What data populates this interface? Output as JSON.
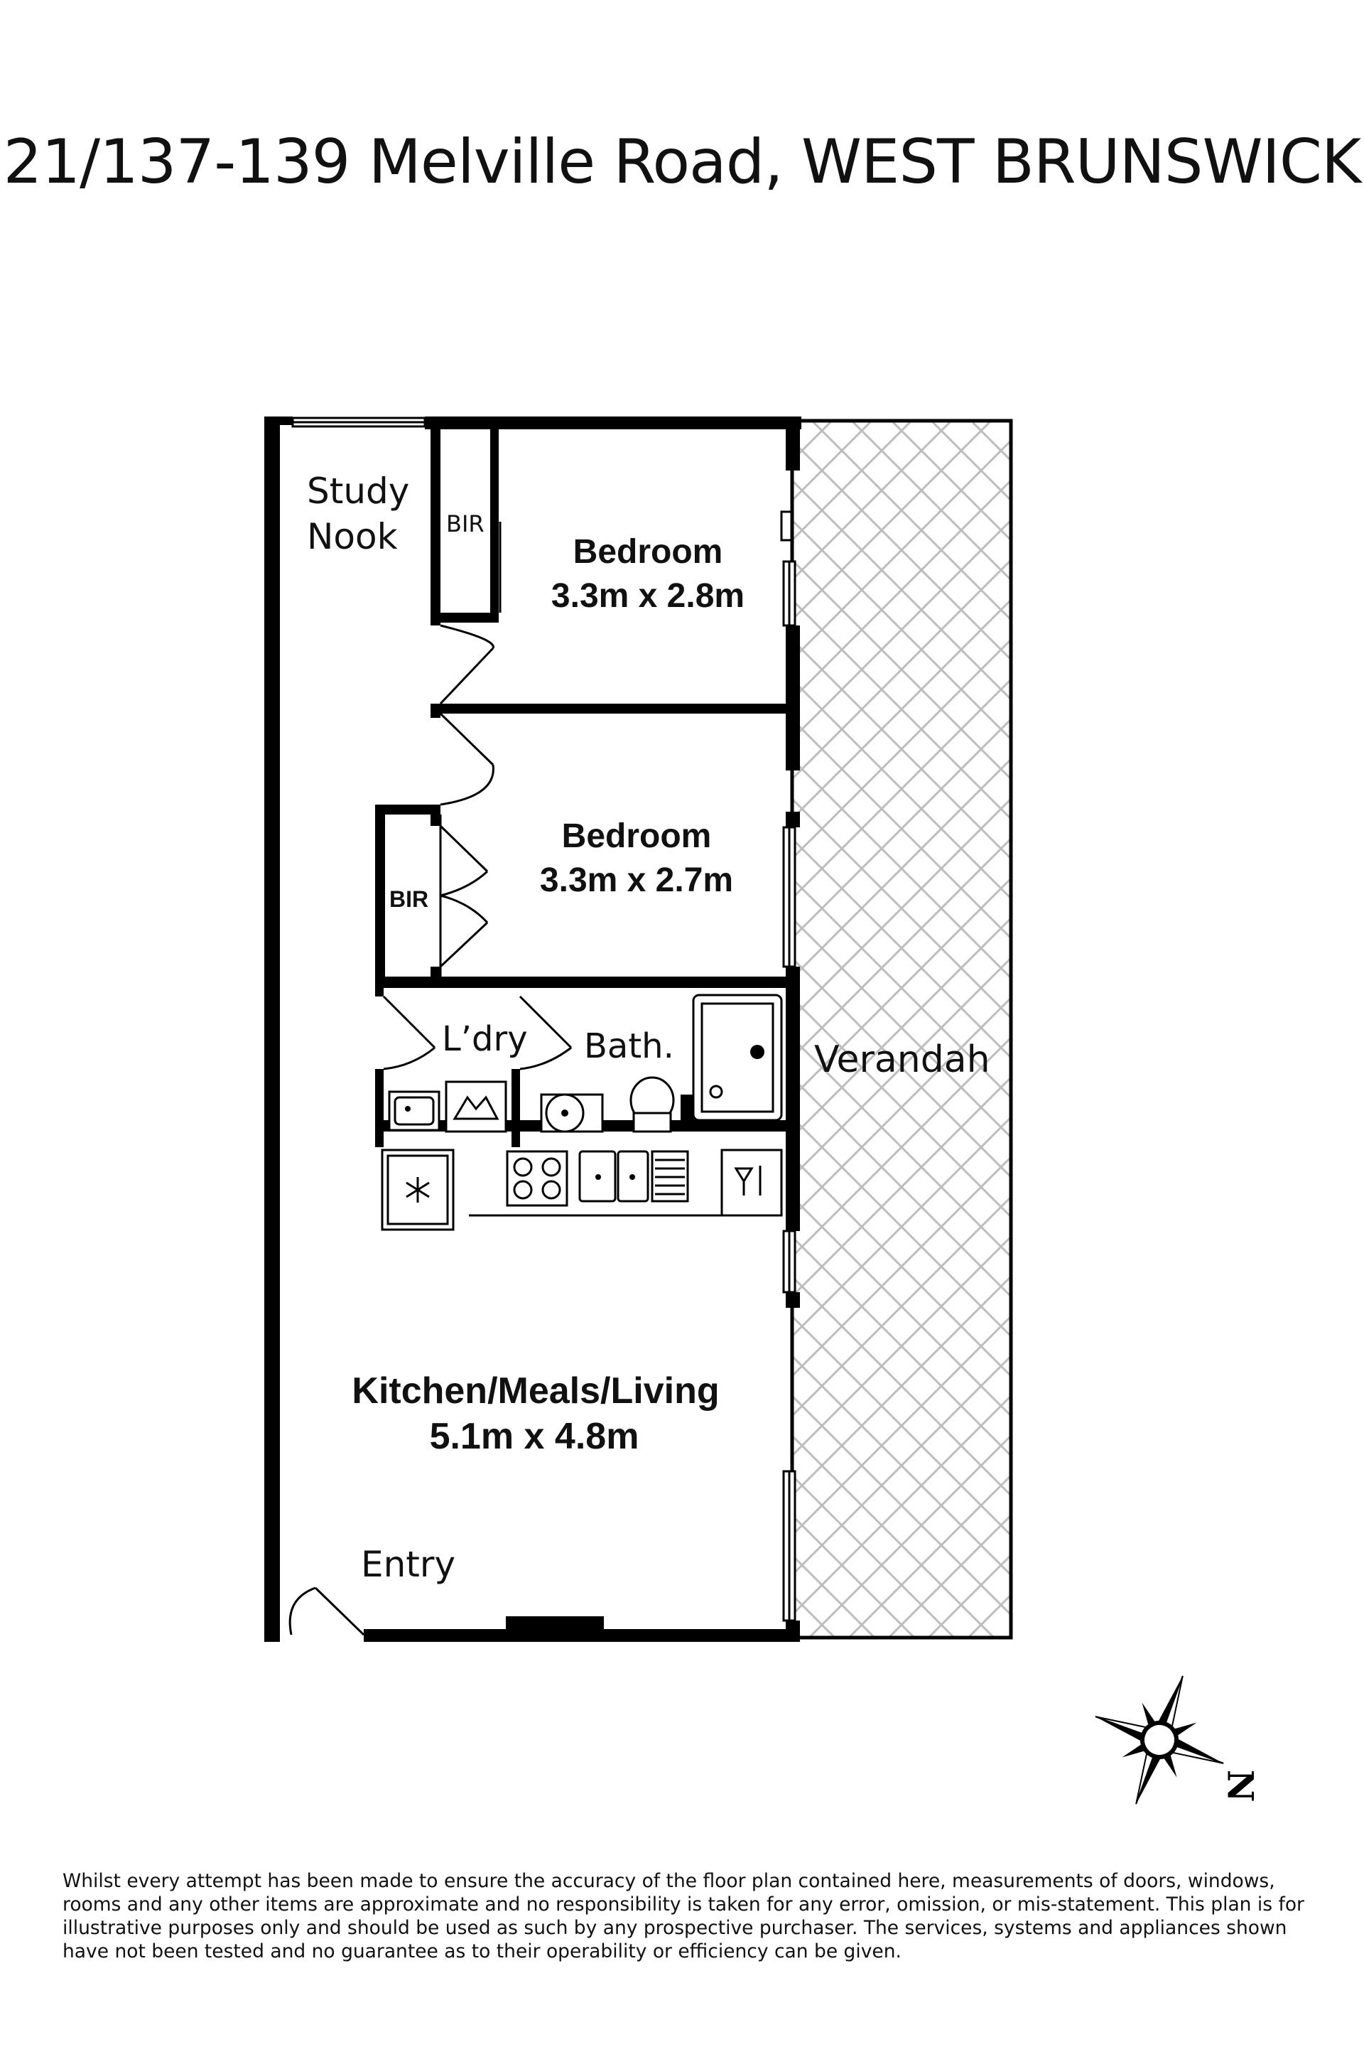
{
  "title": "21/137-139 Melville Road, WEST BRUNSWICK",
  "rooms": {
    "study_line1": "Study",
    "study_line2": "Nook",
    "bir_top": "BIR",
    "bedroom1_name": "Bedroom",
    "bedroom1_size": "3.3m x 2.8m",
    "bedroom2_name": "Bedroom",
    "bedroom2_size": "3.3m x 2.7m",
    "bir_mid": "BIR",
    "laundry": "L’dry",
    "bath": "Bath.",
    "verandah": "Verandah",
    "living_name": "Kitchen/Meals/Living",
    "living_size": "5.1m x 4.8m",
    "entry": "Entry"
  },
  "compass": {
    "north_label": "N"
  },
  "disclaimer": "Whilst every attempt has been made to ensure the accuracy of the floor plan contained here, measurements of doors, windows, rooms and any other items are approximate and no responsibility is taken for any error, omission, or mis-statement. This plan is for illustrative purposes only and should be used as such by any prospective purchaser. The services, systems and appliances shown have not been tested and no guarantee as to their operability or efficiency can be given.",
  "colors": {
    "wall": "#000000",
    "hatch": "#bdbdbd",
    "background": "#ffffff"
  }
}
